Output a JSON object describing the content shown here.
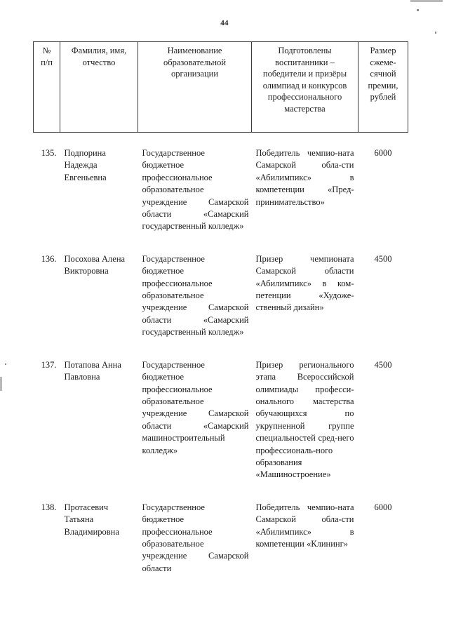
{
  "page": {
    "number": "44"
  },
  "table": {
    "headers": {
      "num": "№\nп/п",
      "num_line1": "№",
      "num_line2": "п/п",
      "name": "Фамилия, имя, отчество",
      "org": "Наименование образовательной организации",
      "achievement": "Подготовлены воспитанники – победители и призёры олимпиад и конкурсов профессионального мастерства",
      "amount": "Размер сжеме-сячной премии, рублей",
      "amount_line1": "Размер",
      "amount_line2": "сжеме-",
      "amount_line3": "сячной",
      "amount_line4": "премии,",
      "amount_line5": "рублей"
    },
    "rows": [
      {
        "num": "135.",
        "name": "Подпорина Надежда Евгеньевна",
        "org": "Государственное бюджетное профессиональное образовательное учреждение Самарской области «Самарский государственный колледж»",
        "achievement": "Победитель чемпио-ната Самарской обла-сти «Абилимпикс» в компетенции «Пред-принимательство»",
        "amount": "6000"
      },
      {
        "num": "136.",
        "name": "Посохова Алена Викторовна",
        "org": "Государственное бюджетное профессиональное образовательное учреждение Самарской области «Самарский государственный колледж»",
        "achievement": "Призер чемпионата Самарской области «Абилимпикс» в ком-петенции «Художе-ственный дизайн»",
        "amount": "4500"
      },
      {
        "num": "137.",
        "name": "Потапова Анна Павловна",
        "org": "Государственное бюджетное профессиональное образовательное учреждение Самарской области «Самарский машиностроительный колледж»",
        "achievement": "Призер регионального этапа Всероссийской олимпиады професси-онального мастерства обучающихся по укрупненной группе специальностей сред-него профессиональ-ного образования «Машиностроение»",
        "amount": "4500"
      },
      {
        "num": "138.",
        "name": "Протасевич Татьяна Владимировна",
        "org": "Государственное бюджетное профессиональное образовательное учреждение Самарской области",
        "achievement": "Победитель чемпио-ната Самарской обла-сти «Абилимпикс» в компетенции «Клининг»",
        "amount": "6000"
      }
    ]
  }
}
